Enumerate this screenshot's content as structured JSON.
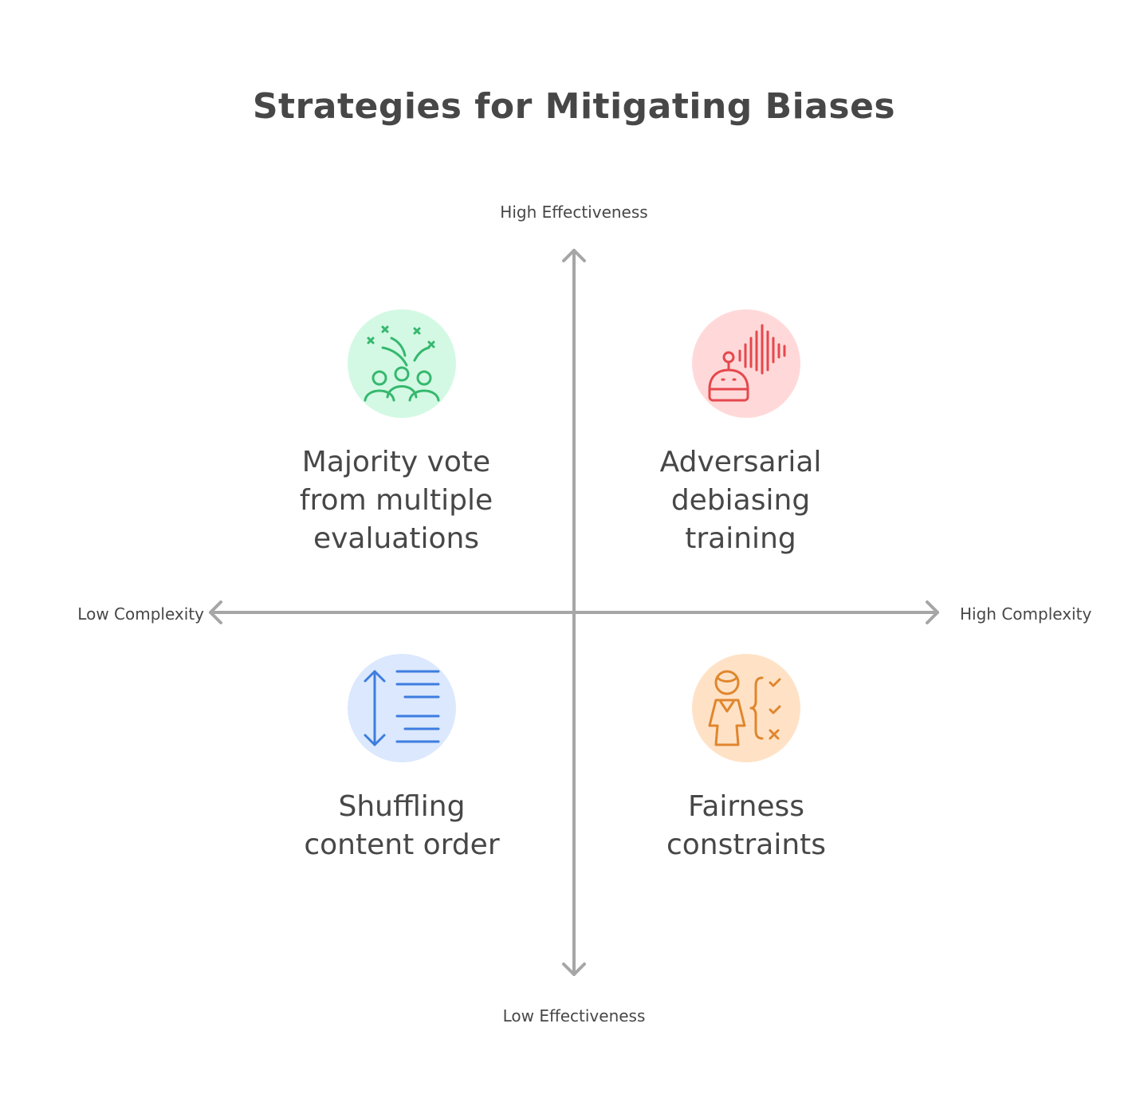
{
  "title": "Strategies for Mitigating Biases",
  "axes": {
    "top": "High Effectiveness",
    "bottom": "Low Effectiveness",
    "left": "Low Complexity",
    "right": "High Complexity"
  },
  "quadrants": [
    {
      "id": "top-left",
      "label": "Majority vote\nfrom multiple\nevaluations",
      "icon": "crowd-voting-icon",
      "circle_color": "#d3f9e4",
      "icon_color": "#36b86e"
    },
    {
      "id": "top-right",
      "label": "Adversarial\ndebiasing\ntraining",
      "icon": "robot-soundwave-icon",
      "circle_color": "#ffd9d9",
      "icon_color": "#e5484d"
    },
    {
      "id": "bottom-left",
      "label": "Shuffling\ncontent order",
      "icon": "reorder-list-icon",
      "circle_color": "#dbe8fd",
      "icon_color": "#3d7de0"
    },
    {
      "id": "bottom-right",
      "label": "Fairness\nconstraints",
      "icon": "person-checklist-icon",
      "circle_color": "#ffe2c6",
      "icon_color": "#e0862e"
    }
  ],
  "colors": {
    "axis": "#a6a6a6",
    "text": "#474747"
  }
}
